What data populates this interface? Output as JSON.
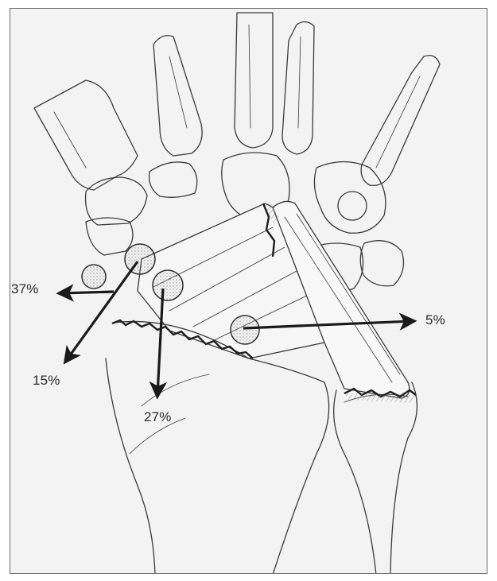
{
  "labels": {
    "pct_37": "37%",
    "pct_15": "15%",
    "pct_27": "27%",
    "pct_5": "5%"
  },
  "colors": {
    "background": "#f3f3f3",
    "line": "#3a3a3a",
    "arrow": "#1a1a1a",
    "frame": "#6a6a6a"
  }
}
